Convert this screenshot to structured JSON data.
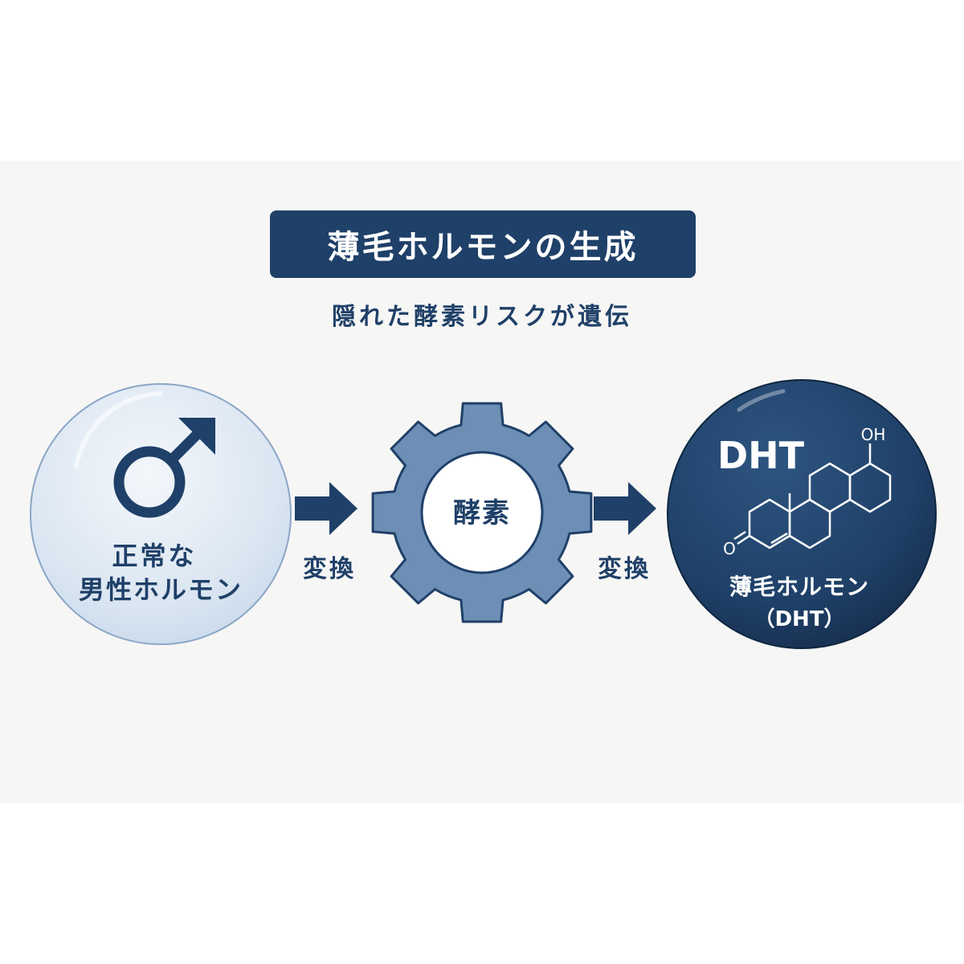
{
  "title": "薄毛ホルモンの生成",
  "subtitle": "隠れた酵素リスクが遺伝",
  "left_node": {
    "line1": "正常な",
    "line2": "男性ホルモン",
    "icon": "male-symbol-icon"
  },
  "arrow_left_label": "変換",
  "enzyme_label": "酵素",
  "arrow_right_label": "変換",
  "right_node": {
    "heading": "DHT",
    "molecule_oh": "OH",
    "molecule_o": "O",
    "line1": "薄毛ホルモン",
    "line2": "（DHT）"
  },
  "colors": {
    "navy": "#1f4068",
    "gear": "#6d8fb6",
    "left_circle": "#dde8f4",
    "right_circle": "#1f4068"
  }
}
